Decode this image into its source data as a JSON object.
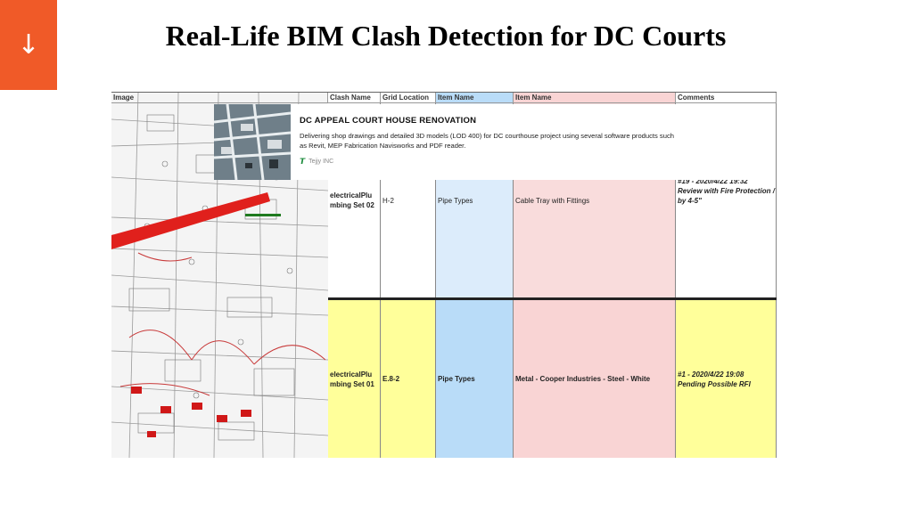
{
  "slide": {
    "nav_icon": "↓",
    "title": "Real-Life BIM Clash Detection for DC Courts"
  },
  "colors": {
    "accent": "#f05a28",
    "item_name_1": "#dcecfb",
    "item_name_2": "#f9dcdc",
    "row_yellow": "#ffff9a",
    "row_yellow_blue": "#b9dcf8",
    "row_yellow_pink": "#f9d4d4"
  },
  "grid": {
    "headers": {
      "image": "Image",
      "clash_name": "Clash Name",
      "grid_location": "Grid Location",
      "item_name_a": "Item Name",
      "item_name_b": "Item Name",
      "comments": "Comments"
    },
    "rows": [
      {
        "clash_name": "electricalPlu mbing Set 02",
        "grid_location": "H-2",
        "item_a": "Pipe Types",
        "item_b": "Cable Tray with Fittings",
        "comment_date": "#19 - 2020/4/22  19:32",
        "comment_text": "Review with Fire Protection / by 4-5\""
      },
      {
        "clash_name": "electricalPlu mbing Set 01",
        "grid_location": "E.8-2",
        "item_a": "Pipe Types",
        "item_b": "Metal - Cooper Industries - Steel - White",
        "comment_date": "#1  - 2020/4/22  19:08",
        "comment_text": "Pending Possible RFI"
      }
    ]
  },
  "card": {
    "title": "DC APPEAL COURT HOUSE RENOVATION",
    "description": "Delivering shop drawings and detailed 3D models (LOD 400) for DC courthouse project using several software products such as Revit, MEP Fabrication Navisworks and PDF reader.",
    "source": "Tejjy INC",
    "source_icon": "tejjy-logo-icon"
  }
}
